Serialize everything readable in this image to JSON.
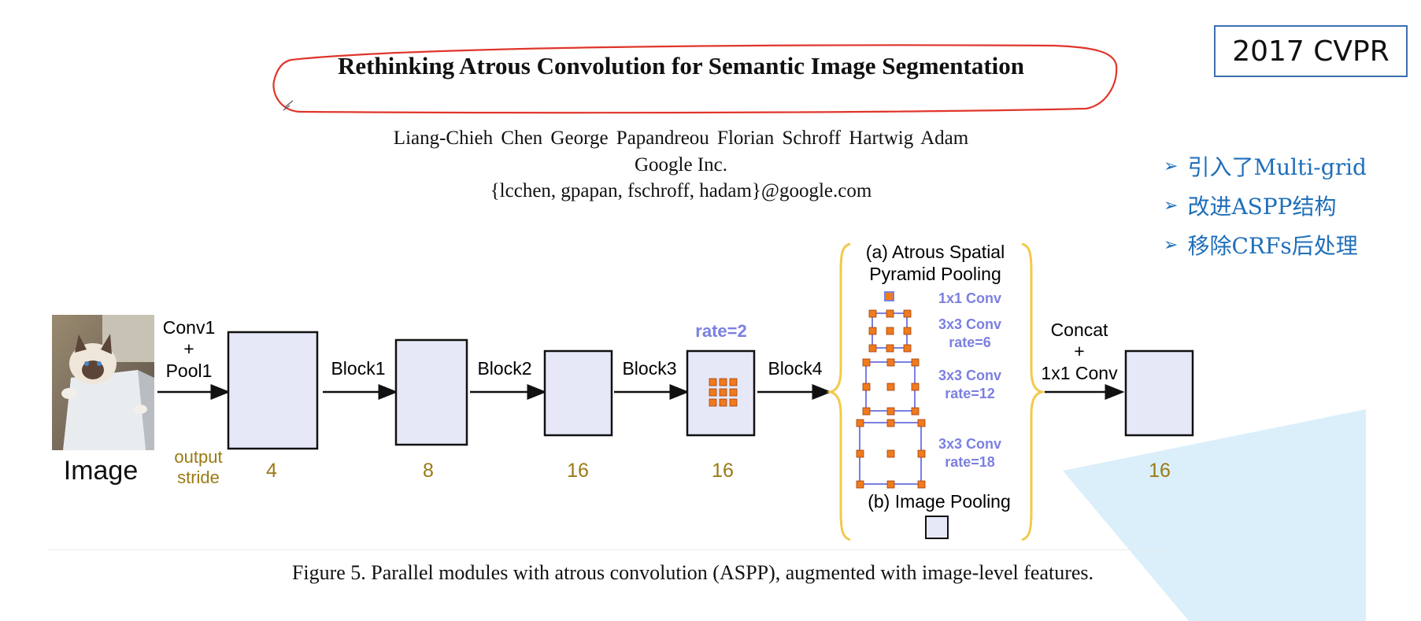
{
  "paper": {
    "title": "Rethinking Atrous Convolution for Semantic Image Segmentation",
    "authors": "Liang-Chieh Chen    George Papandreou    Florian Schroff    Hartwig Adam",
    "affiliation": "Google Inc.",
    "email": "{lcchen, gpapan, fschroff, hadam}@google.com"
  },
  "slide": {
    "venue_tag": "2017 CVPR",
    "bullets": [
      "引入了Multi-grid",
      "改进ASPP结构",
      "移除CRFs后处理"
    ],
    "bullet_marker": "➢"
  },
  "figure": {
    "image_label": "Image",
    "conv1_lines": [
      "Conv1",
      "+",
      "Pool1"
    ],
    "output_stride_lines": [
      "output",
      "stride"
    ],
    "blocks": [
      "Block1",
      "Block2",
      "Block3",
      "Block4"
    ],
    "strides": [
      "4",
      "8",
      "16",
      "16",
      "16"
    ],
    "rate_label": "rate=2",
    "aspp_title_lines": [
      "(a) Atrous Spatial",
      "Pyramid Pooling"
    ],
    "aspp_convs": [
      {
        "lines": [
          "1x1 Conv"
        ]
      },
      {
        "lines": [
          "3x3 Conv",
          "rate=6"
        ]
      },
      {
        "lines": [
          "3x3 Conv",
          "rate=12"
        ]
      },
      {
        "lines": [
          "3x3 Conv",
          "rate=18"
        ]
      }
    ],
    "image_pooling_label": "(b) Image Pooling",
    "concat_lines": [
      "Concat",
      "+",
      "1x1 Conv"
    ],
    "colors": {
      "feature_fill": "#e6e8f8",
      "stride_text": "#9a7a14",
      "conv_text": "#7b80e0",
      "brace": "#f2c94c",
      "kernel_dot": "#f07a1c"
    }
  },
  "caption": "Figure 5. Parallel modules with atrous convolution (ASPP), augmented with image-level features."
}
